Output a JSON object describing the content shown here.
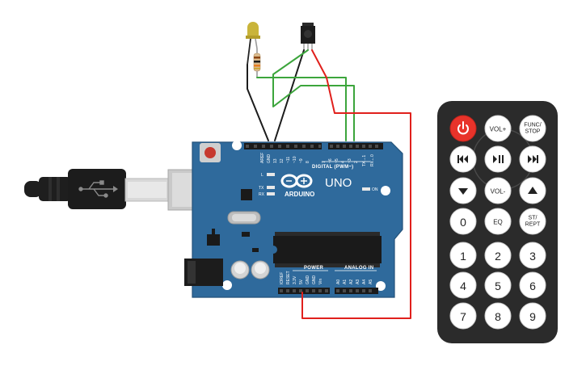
{
  "board": {
    "brand": "ARDUINO",
    "model": "UNO",
    "digital_header": "DIGITAL (PWM~)",
    "power_header": "POWER",
    "analog_header": "ANALOG IN",
    "on_label": "ON",
    "led_labels": [
      "L",
      "TX",
      "RX"
    ],
    "top_pin_labels": [
      "AREF",
      "GND",
      "13",
      "12",
      "~11",
      "~10",
      "~9",
      "8",
      "7",
      "~6",
      "~5",
      "4",
      "~3",
      "2",
      "TX→1",
      "RX←0"
    ],
    "bottom_pin_labels": [
      "IOREF",
      "RESET",
      "3.3V",
      "5V",
      "GND",
      "GND",
      "Vin",
      "A0",
      "A1",
      "A2",
      "A3",
      "A4",
      "A5"
    ]
  },
  "remote": {
    "buttons": [
      {
        "id": "power",
        "label": "",
        "icon": "power-icon"
      },
      {
        "id": "vol-up",
        "label": "VOL+"
      },
      {
        "id": "func-stop",
        "label": "FUNC/ STOP"
      },
      {
        "id": "prev",
        "label": "",
        "icon": "skip-back-icon"
      },
      {
        "id": "play-pause",
        "label": "",
        "icon": "play-pause-icon"
      },
      {
        "id": "next",
        "label": "",
        "icon": "skip-forward-icon"
      },
      {
        "id": "down",
        "label": "",
        "icon": "arrow-down-icon"
      },
      {
        "id": "vol-down",
        "label": "VOL-"
      },
      {
        "id": "up",
        "label": "",
        "icon": "arrow-up-icon"
      },
      {
        "id": "b0",
        "label": "0"
      },
      {
        "id": "eq",
        "label": "EQ"
      },
      {
        "id": "st-rept",
        "label": "ST/ REPT"
      },
      {
        "id": "b1",
        "label": "1"
      },
      {
        "id": "b2",
        "label": "2"
      },
      {
        "id": "b3",
        "label": "3"
      },
      {
        "id": "b4",
        "label": "4"
      },
      {
        "id": "b5",
        "label": "5"
      },
      {
        "id": "b6",
        "label": "6"
      },
      {
        "id": "b7",
        "label": "7"
      },
      {
        "id": "b8",
        "label": "8"
      },
      {
        "id": "b9",
        "label": "9"
      }
    ]
  },
  "colors": {
    "board": "#2f6a9c",
    "wire_red": "#e0201c",
    "wire_green": "#3ca53c",
    "wire_black": "#1c1c1c",
    "remote_body": "#2b2b2b",
    "power_button": "#e8332a",
    "led": "#c9b43a"
  }
}
